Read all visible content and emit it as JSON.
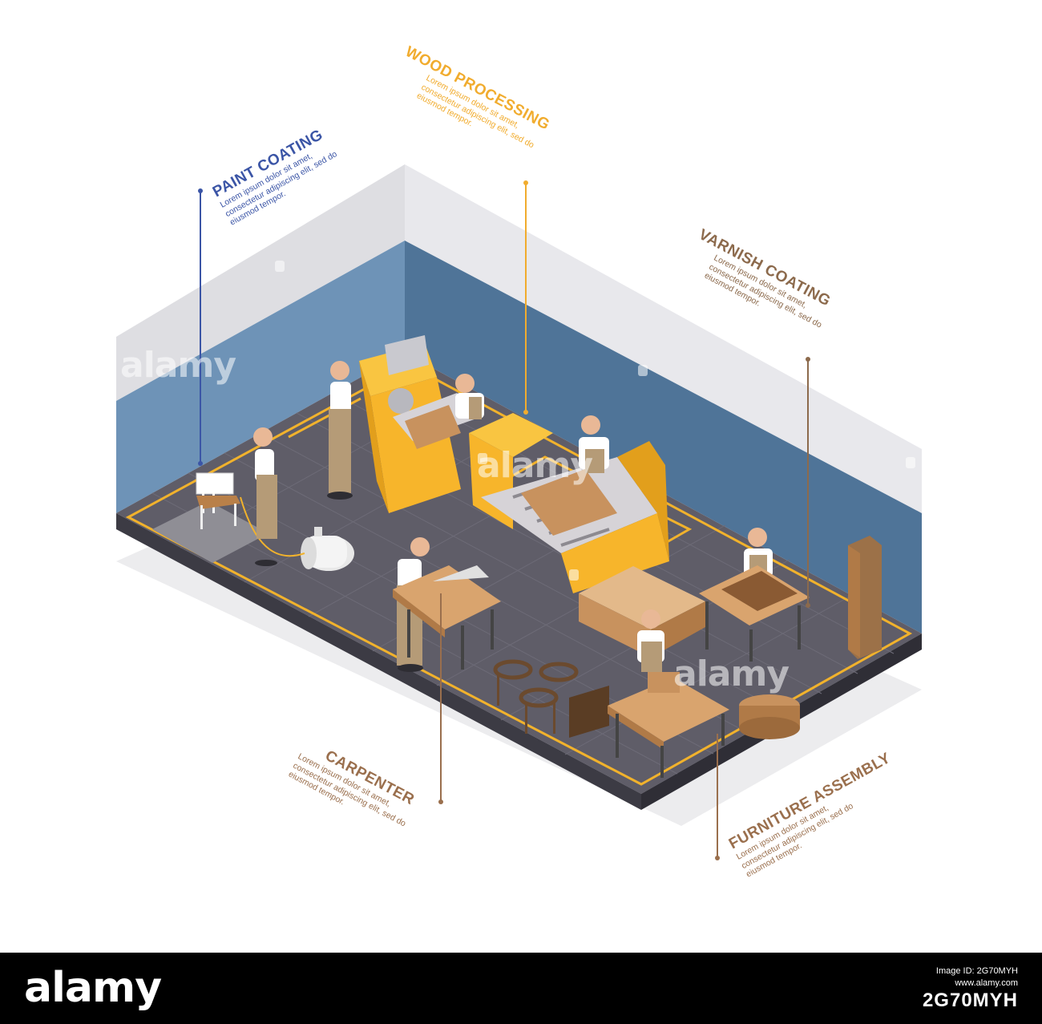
{
  "sections": {
    "paint": {
      "title": "PAINT COATING",
      "text": "Lorem ipsum dolor sit amet,\nconsectetur adipiscing elit, sed do\neiusmod tempor.",
      "color": "#3b55a6"
    },
    "wood": {
      "title": "WOOD PROCESSING",
      "text": "Lorem ipsum dolor sit amet,\nconsectetur adipiscing elit, sed do\neiusmod tempor.",
      "color": "#f1ac2e"
    },
    "varnish": {
      "title": "VARNISH COATING",
      "text": "Lorem ipsum dolor sit amet,\nconsectetur adipiscing elit, sed do\neiusmod tempor.",
      "color": "#8c6a4c"
    },
    "carpenter": {
      "title": "CARPENTER",
      "text": "Lorem ipsum dolor sit amet,\nconsectetur adipiscing elit, sed do\neiusmod tempor.",
      "color": "#9a6f4d"
    },
    "furniture": {
      "title": "FURNITURE ASSEMBLY",
      "text": "Lorem ipsum dolor sit amet,\nconsectetur adipiscing elit, sed do\neiusmod tempor.",
      "color": "#9a6f4d"
    }
  },
  "watermark": "alamy",
  "footer": {
    "brand": "alamy",
    "line1": "Image ID: 2G70MYH",
    "line2": "www.alamy.com",
    "image_id": "2G70MYH"
  },
  "colors": {
    "wall_blue": "#5a7fa6",
    "wall_grey": "#d9d9de",
    "floor": "#5f5d68",
    "machine": "#f7b52b",
    "wood": "#c8925e"
  }
}
